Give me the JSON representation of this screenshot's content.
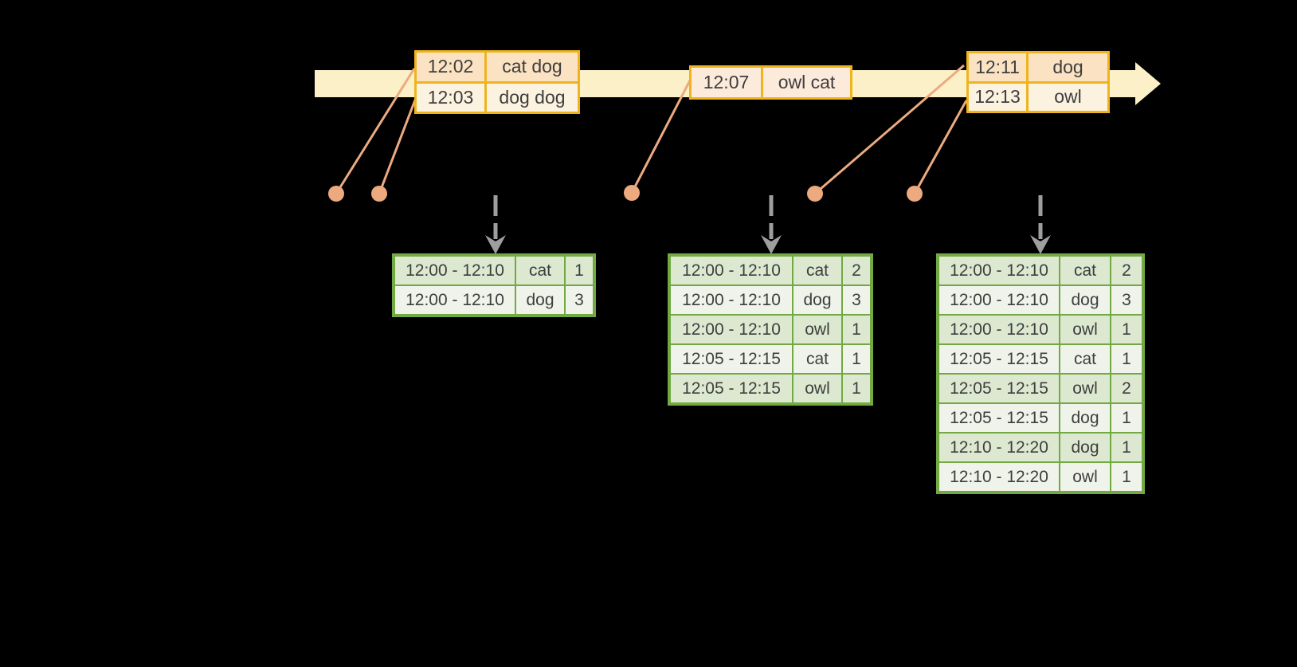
{
  "diagram": {
    "description": "event-time windowed word-count streaming diagram",
    "colors": {
      "background": "#000000",
      "timeline_band": "#fcf0c8",
      "event_table_border": "#efb41d",
      "event_row_peach": "#fbe2c2",
      "event_row_cream": "#fcf2e0",
      "connector_salmon": "#edaa7f",
      "trigger_arrow_gray": "#9e9e9e",
      "result_table_border": "#73a943",
      "result_row_dark": "#dce8d0",
      "result_row_light": "#eff3e9",
      "text": "#3e3e3e"
    }
  },
  "event_tables": {
    "a": {
      "rows": [
        {
          "time": "12:02",
          "words": "cat dog"
        },
        {
          "time": "12:03",
          "words": "dog dog"
        }
      ]
    },
    "b": {
      "rows": [
        {
          "time": "12:07",
          "words": "owl cat"
        }
      ]
    },
    "c": {
      "rows": [
        {
          "time": "12:11",
          "words": "dog"
        },
        {
          "time": "12:13",
          "words": "owl"
        }
      ]
    }
  },
  "result_tables": {
    "t1": {
      "rows": [
        {
          "window": "12:00 - 12:10",
          "word": "cat",
          "count": "1"
        },
        {
          "window": "12:00 - 12:10",
          "word": "dog",
          "count": "3"
        }
      ]
    },
    "t2": {
      "rows": [
        {
          "window": "12:00 - 12:10",
          "word": "cat",
          "count": "2"
        },
        {
          "window": "12:00 - 12:10",
          "word": "dog",
          "count": "3"
        },
        {
          "window": "12:00 - 12:10",
          "word": "owl",
          "count": "1"
        },
        {
          "window": "12:05 - 12:15",
          "word": "cat",
          "count": "1"
        },
        {
          "window": "12:05 - 12:15",
          "word": "owl",
          "count": "1"
        }
      ]
    },
    "t3": {
      "rows": [
        {
          "window": "12:00 - 12:10",
          "word": "cat",
          "count": "2"
        },
        {
          "window": "12:00 - 12:10",
          "word": "dog",
          "count": "3"
        },
        {
          "window": "12:00 - 12:10",
          "word": "owl",
          "count": "1"
        },
        {
          "window": "12:05 - 12:15",
          "word": "cat",
          "count": "1"
        },
        {
          "window": "12:05 - 12:15",
          "word": "owl",
          "count": "2"
        },
        {
          "window": "12:05 - 12:15",
          "word": "dog",
          "count": "1"
        },
        {
          "window": "12:10 - 12:20",
          "word": "dog",
          "count": "1"
        },
        {
          "window": "12:10 - 12:20",
          "word": "owl",
          "count": "1"
        }
      ]
    }
  }
}
